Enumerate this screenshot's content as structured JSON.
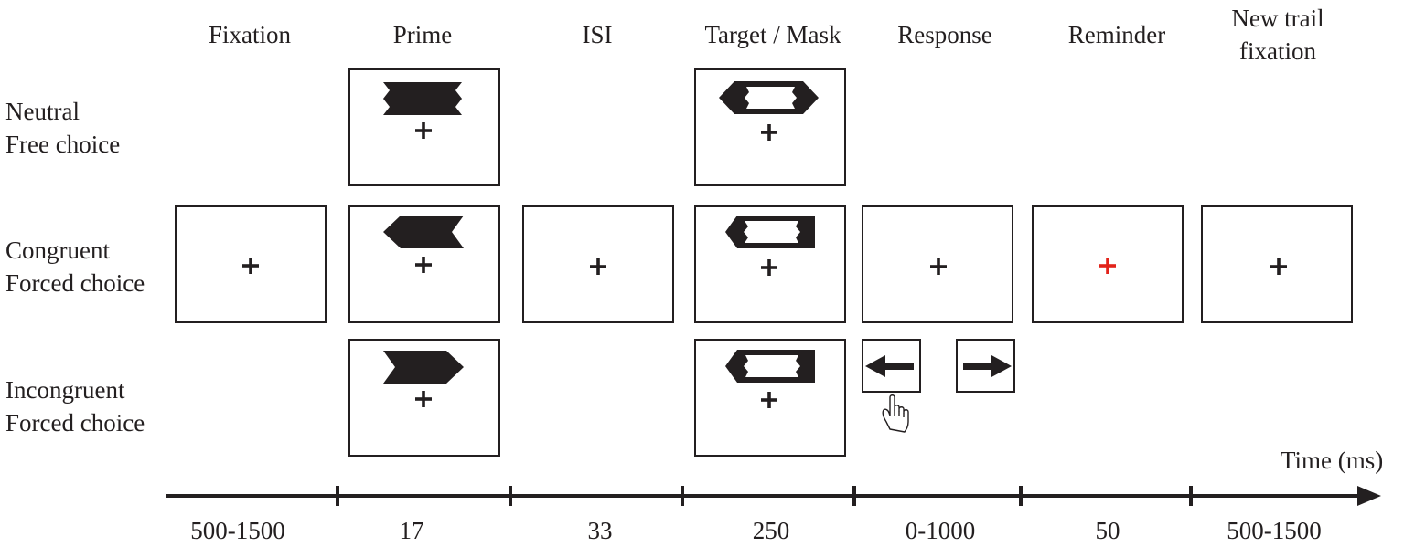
{
  "phases": [
    "Fixation",
    "Prime",
    "ISI",
    "Target / Mask",
    "Response",
    "Reminder",
    "New trail fixation"
  ],
  "phase_new_trail_line1": "New trail",
  "phase_new_trail_line2": "fixation",
  "conditions": [
    {
      "line1": "Neutral",
      "line2": "Free choice"
    },
    {
      "line1": "Congruent",
      "line2": "Forced choice"
    },
    {
      "line1": "Incongruent",
      "line2": "Forced choice"
    }
  ],
  "timeline": {
    "axis_label": "Time (ms)",
    "durations": [
      "500-1500",
      "17",
      "33",
      "250",
      "0-1000",
      "50",
      "500-1500"
    ]
  },
  "colors": {
    "ink": "#231f20",
    "reminder_cross": "#e2231a"
  },
  "icons": {
    "fixation": "plus-cross",
    "response_left": "left-arrow-icon",
    "response_right": "right-arrow-icon",
    "cursor": "pointing-hand-icon"
  }
}
